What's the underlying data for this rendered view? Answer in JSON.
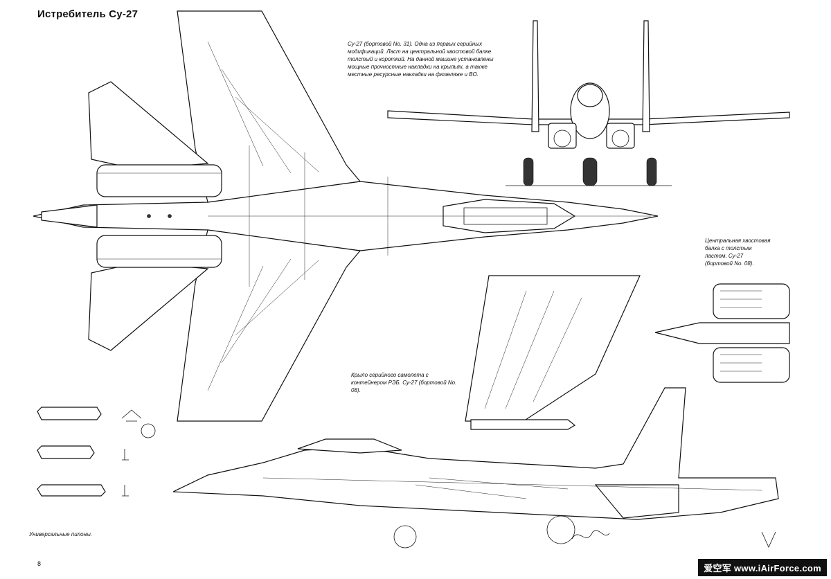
{
  "title": "Истребитель Су-27",
  "captions": {
    "main": "Су-27 (бортовой No. 31). Одна из первых серийных модификаций. Ласт на центральной хвостовой балке толстый и короткий. На данной машине установлены мощные прочностные накладки на крыльях, а также местные ресурсные накладки на фюзеляже и ВО.",
    "tail_boom": "Центральная хвостовая балка с толстым ластом. Су-27 (бортовой No. 08).",
    "wing": "Крыло серийного самолета с контейнером РЭБ. Су-27 (бортовой No. 08).",
    "pylons": "Универсальные пилоны."
  },
  "page_number": "8",
  "watermark": "爱空军 www.iAirForce.com"
}
